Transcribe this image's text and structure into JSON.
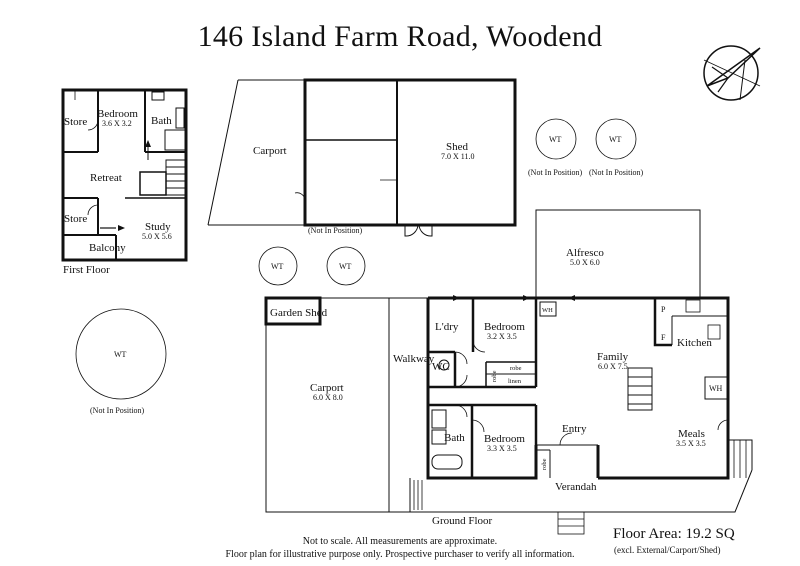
{
  "title": "146 Island Farm Road, Woodend",
  "labels": {
    "first_floor": "First Floor",
    "ground_floor": "Ground Floor",
    "bedroom_ff": "Bedroom",
    "bedroom_ff_dim": "3.6 X 3.2",
    "store1": "Store",
    "store2": "Store",
    "bath_ff": "Bath",
    "retreat": "Retreat",
    "study": "Study",
    "study_dim": "5.0 X 5.6",
    "balcony": "Balcony",
    "carport_top": "Carport",
    "shed": "Shed",
    "shed_dim": "7.0 X 11.0",
    "not_in_position_shed": "(Not In Position)",
    "wt": "WT",
    "not_in_position_wt": "(Not In Position)",
    "alfresco": "Alfresco",
    "alfresco_dim": "5.0 X 6.0",
    "garden_shed": "Garden Shed",
    "carport_main": "Carport",
    "carport_main_dim": "6.0 X 8.0",
    "walkway": "Walkway",
    "ldry": "L'dry",
    "wc": "WC",
    "bedroom_g1": "Bedroom",
    "bedroom_g1_dim": "3.2 X 3.5",
    "robe": "robe",
    "linen": "linen",
    "family": "Family",
    "family_dim": "6.0 X 7.5",
    "kitchen": "Kitchen",
    "p": "P",
    "f": "F",
    "wh": "WH",
    "bath_g": "Bath",
    "bedroom_g2": "Bedroom",
    "bedroom_g2_dim": "3.3 X 3.5",
    "entry": "Entry",
    "meals": "Meals",
    "meals_dim": "3.5 X 3.5",
    "verandah": "Verandah"
  },
  "floor_area": {
    "label": "Floor Area: 19.2 SQ",
    "note": "(excl. External/Carport/Shed)"
  },
  "disclaimer": {
    "line1": "Not to scale. All measurements are approximate.",
    "line2": "Floor plan for illustrative purpose only. Prospective purchaser to verify all information."
  },
  "icons": [
    "compass-icon"
  ]
}
